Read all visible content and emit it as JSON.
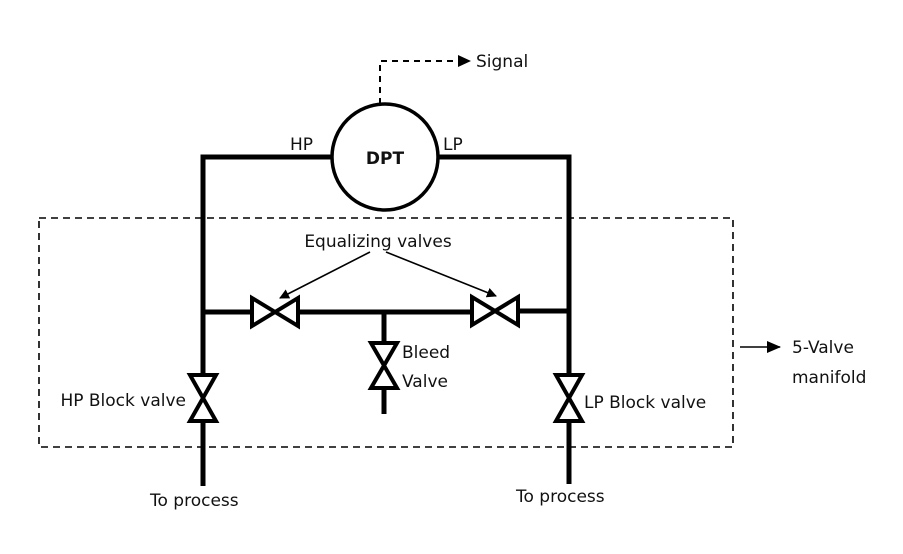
{
  "diagram": {
    "title": "5-Valve manifold with differential pressure transmitter",
    "instrument": {
      "label": "DPT",
      "high_side": "HP",
      "low_side": "LP"
    },
    "signal_label": "Signal",
    "equalizing_label": "Equalizing valves",
    "bleed_label_line1": "Bleed",
    "bleed_label_line2": "Valve",
    "hp_block_label": "HP Block valve",
    "lp_block_label": "LP Block valve",
    "process_left": "To process",
    "process_right": "To process",
    "manifold_label_line1": "5-Valve",
    "manifold_label_line2": "manifold",
    "valves": [
      {
        "id": "hp-block",
        "type": "block",
        "orientation": "vertical"
      },
      {
        "id": "lp-block",
        "type": "block",
        "orientation": "vertical"
      },
      {
        "id": "equalizing-left",
        "type": "equalizing",
        "orientation": "horizontal"
      },
      {
        "id": "equalizing-right",
        "type": "equalizing",
        "orientation": "horizontal"
      },
      {
        "id": "bleed",
        "type": "bleed",
        "orientation": "vertical"
      }
    ]
  }
}
